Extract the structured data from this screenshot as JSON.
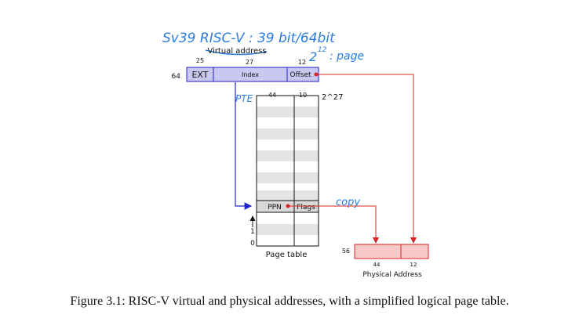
{
  "annotations": {
    "sv39": "Sv39 RISC-V : 39 bit/64bit",
    "page": "2",
    "page_exp": "12",
    "page_word": ": page",
    "pte": "PTE",
    "copy": "copy"
  },
  "virtual": {
    "title": "Virtual address",
    "width_total": "64",
    "ext_label": "EXT",
    "ext_bits": "25",
    "index_label": "Index",
    "index_bits": "27",
    "offset_label": "Offset",
    "offset_bits": "12"
  },
  "page_table": {
    "title": "Page table",
    "ppn_bits": "44",
    "flags_bits": "10",
    "entries": "2^27",
    "ppn_label": "PPN",
    "flags_label": "Flags",
    "row_labels": [
      "1",
      "0"
    ]
  },
  "physical": {
    "title": "Physical Address",
    "width_total": "56",
    "ppn_bits": "44",
    "offset_bits": "12"
  },
  "colors": {
    "blue_fill": "#c8c8f0",
    "blue_stroke": "#2222cc",
    "red_fill": "#f8c8c8",
    "red": "#dd2222",
    "stripe": "#e4e4e4",
    "annotation": "#2a7de0"
  },
  "caption": "Figure 3.1: RISC-V virtual and physical addresses, with a simplified logical page table."
}
